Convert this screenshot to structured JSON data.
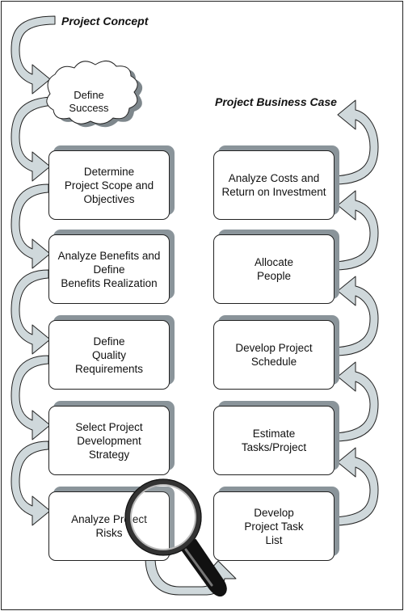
{
  "headings": {
    "project_concept": "Project Concept",
    "project_business_case": "Project Business Case"
  },
  "cloud": {
    "label": "Define\nSuccess"
  },
  "left_steps": [
    {
      "label": "Determine\nProject Scope and\nObjectives"
    },
    {
      "label": "Analyze Benefits and\nDefine\nBenefits Realization"
    },
    {
      "label": "Define\nQuality\nRequirements"
    },
    {
      "label": "Select Project\nDevelopment\nStrategy"
    },
    {
      "label": "Analyze Project\nRisks"
    }
  ],
  "right_steps": [
    {
      "label": "Analyze Costs and\nReturn on Investment"
    },
    {
      "label": "Allocate\nPeople"
    },
    {
      "label": "Develop Project\nSchedule"
    },
    {
      "label": "Estimate\nTasks/Project"
    },
    {
      "label": "Develop\nProject Task\nList"
    }
  ],
  "colors": {
    "arrow_fill": "#cfd8db",
    "shadow": "#8a949a",
    "outline": "#222222"
  },
  "icons": {
    "magnifier": "magnifying-glass-icon"
  }
}
